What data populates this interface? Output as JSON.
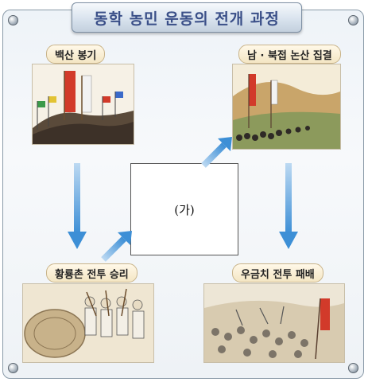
{
  "title": "동학 농민 운동의 전개 과정",
  "steps": [
    {
      "label": "백산 봉기"
    },
    {
      "label": "남 · 북접 논산 집결"
    },
    {
      "label": "황룡촌 전투 승리"
    },
    {
      "label": "우금치 전투 패배"
    }
  ],
  "center_label": "(가)",
  "colors": {
    "arrow": "#3d8fd6",
    "title_text": "#3a4f88",
    "frame_border": "#8a9aa8"
  }
}
